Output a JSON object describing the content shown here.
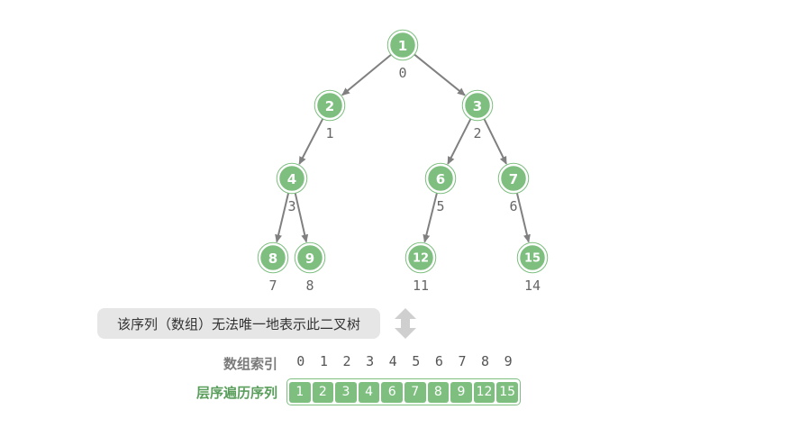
{
  "tree": {
    "nodes": [
      {
        "value": "1",
        "index": "0"
      },
      {
        "value": "2",
        "index": "1"
      },
      {
        "value": "3",
        "index": "2"
      },
      {
        "value": "4",
        "index": "3"
      },
      {
        "value": "6",
        "index": "5"
      },
      {
        "value": "7",
        "index": "6"
      },
      {
        "value": "8",
        "index": "7"
      },
      {
        "value": "9",
        "index": "8"
      },
      {
        "value": "12",
        "index": "11"
      },
      {
        "value": "15",
        "index": "14"
      }
    ],
    "edges": [
      [
        0,
        1
      ],
      [
        0,
        2
      ],
      [
        1,
        3
      ],
      [
        2,
        4
      ],
      [
        2,
        5
      ],
      [
        3,
        6
      ],
      [
        3,
        7
      ],
      [
        4,
        8
      ],
      [
        5,
        9
      ]
    ]
  },
  "note": "该序列（数组）无法唯一地表示此二叉树",
  "array": {
    "index_label": "数组索引",
    "sequence_label": "层序遍历序列",
    "indices": [
      "0",
      "1",
      "2",
      "3",
      "4",
      "5",
      "6",
      "7",
      "8",
      "9"
    ],
    "values": [
      "1",
      "2",
      "3",
      "4",
      "6",
      "7",
      "8",
      "9",
      "12",
      "15"
    ]
  },
  "colors": {
    "node": "#7ebf80",
    "edge": "#808080",
    "index_text": "#666666",
    "note_bg": "#e6e6e6",
    "arrow": "#cfcfcf"
  }
}
